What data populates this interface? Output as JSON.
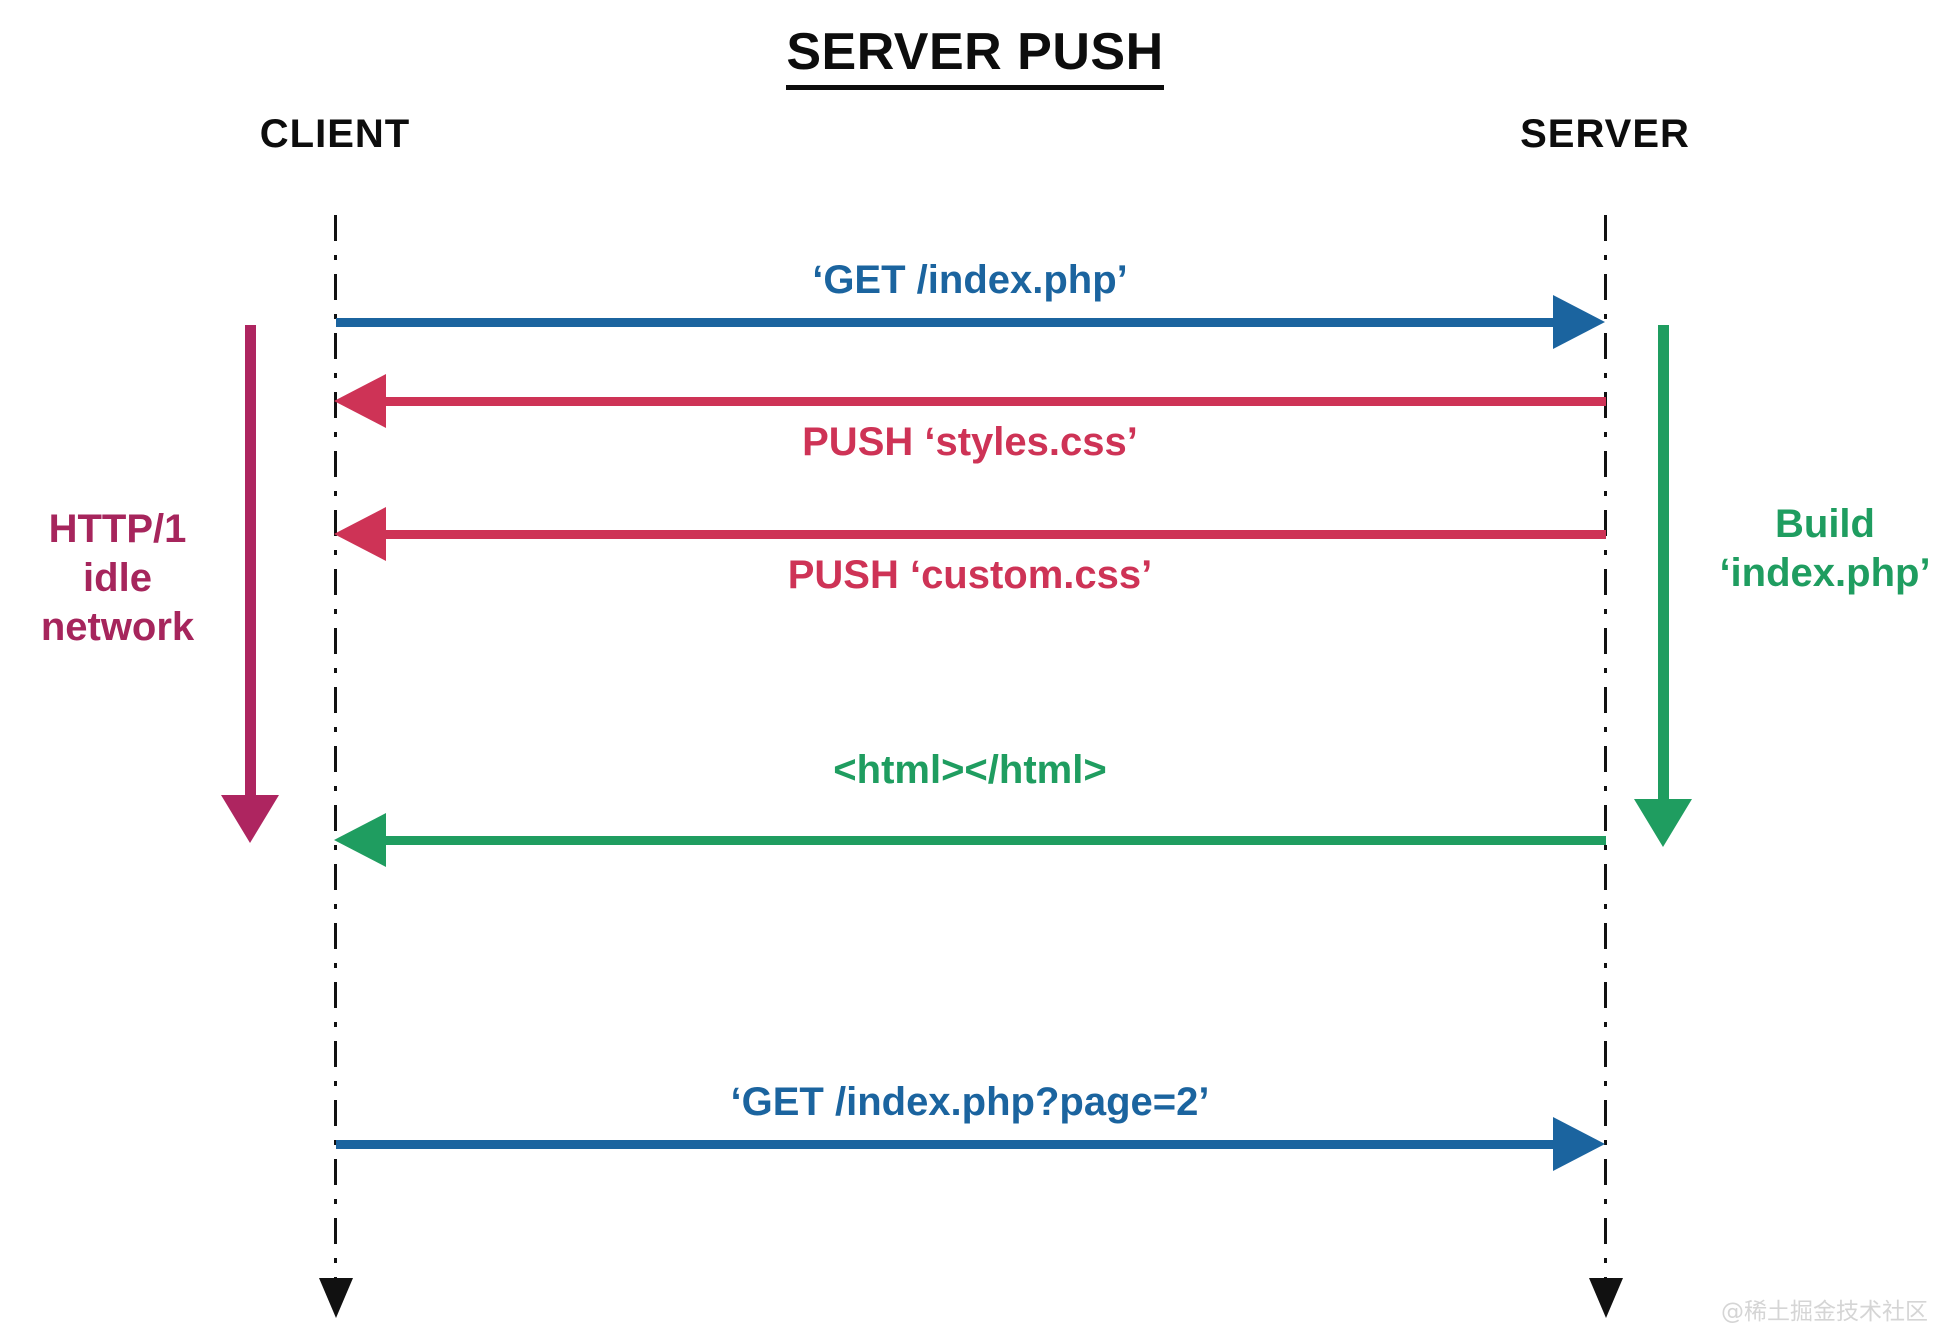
{
  "title": "SERVER PUSH",
  "columns": {
    "client": "CLIENT",
    "server": "SERVER"
  },
  "annotations": {
    "client_side": "HTTP/1\nidle\nnetwork",
    "server_side": "Build\n‘index.php’"
  },
  "messages": [
    {
      "label": "‘GET /index.php’",
      "direction": "client-to-server",
      "color": "#1B649F"
    },
    {
      "label": "PUSH ‘styles.css’",
      "direction": "server-to-client",
      "color": "#CE3356"
    },
    {
      "label": "PUSH ‘custom.css’",
      "direction": "server-to-client",
      "color": "#CE3356"
    },
    {
      "label": "<html></html>",
      "direction": "server-to-client",
      "color": "#1F9D60"
    },
    {
      "label": "‘GET /index.php?page=2’",
      "direction": "client-to-server",
      "color": "#1B649F"
    }
  ],
  "colors": {
    "blue": "#1B649F",
    "crimson": "#CE3356",
    "green": "#1F9D60",
    "magenta": "#A6255C",
    "black": "#0D0D0D",
    "background": "#FFFFFF"
  },
  "watermark": "@稀土掘金技术社区"
}
